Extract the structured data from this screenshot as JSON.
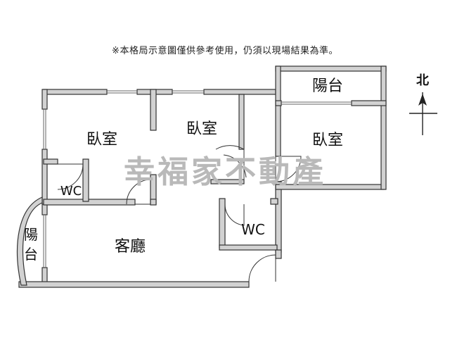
{
  "disclaimer": "※本格局示意圖僅供參考使用，仍須以現場結果為準。",
  "watermark": "幸福家不動產",
  "compass": {
    "label": "北",
    "icon": "north-arrow-icon"
  },
  "rooms": {
    "bedroom_west": "臥室",
    "bedroom_middle": "臥室",
    "bedroom_east": "臥室",
    "balcony_east": "陽台",
    "balcony_west": "陽台",
    "wc_west": "WC",
    "wc_center": "WC",
    "living_room": "客廳"
  },
  "colors": {
    "wall": "#d2d2d2",
    "wall_edge": "#333333",
    "watermark": "#b9b9b9"
  }
}
